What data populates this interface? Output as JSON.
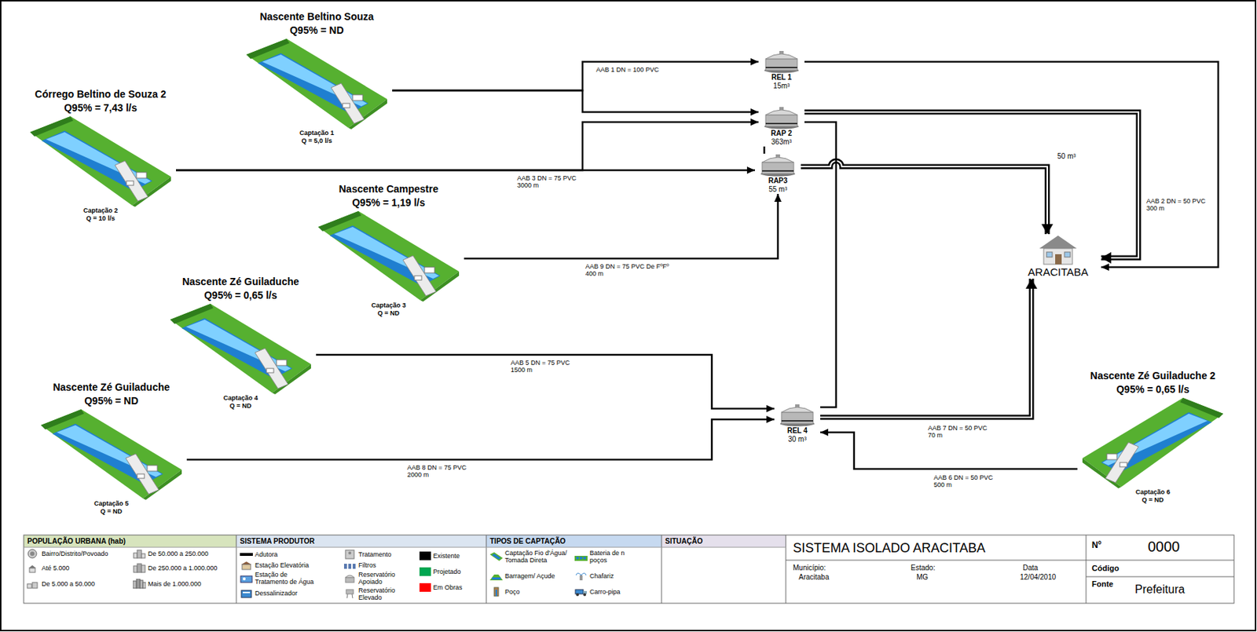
{
  "diagram": {
    "nodes": [
      {
        "text": [
          "Nascente Beltino Souza",
          "Q95% = ND",
          "Captação 1",
          "Q = 5,0 l/s"
        ]
      },
      {
        "text": [
          "Córrego Beltino de Souza 2",
          "Q95% = 7,43 l/s",
          "Captação 2",
          "Q = 10 l/s"
        ]
      },
      {
        "text": [
          "Nascente Campestre",
          "Q95% = 1,19 l/s",
          "Captação 3",
          "Q = ND"
        ]
      },
      {
        "text": [
          "Nascente Zé Guiladuche",
          "Q95% = 0,65 l/s",
          "Captação 4",
          "Q = ND"
        ]
      },
      {
        "text": [
          "Nascente Zé Guiladuche",
          "Q95% = ND",
          "Captação 5",
          "Q = ND"
        ]
      },
      {
        "text": [
          "Nascente Zé Guiladuche 2",
          "Q95% = 0,65 l/s",
          "Captação 6",
          "Q = ND"
        ]
      },
      {
        "text": [
          "REL 1",
          "15m³"
        ]
      },
      {
        "text": [
          "RAP 2",
          "363m³"
        ]
      },
      {
        "text": [
          "RAP3",
          "55 m³"
        ]
      },
      {
        "text": [
          "REL 4",
          "30 m³"
        ]
      },
      {
        "text": [
          "ARACITABA"
        ]
      }
    ],
    "edges": [
      {
        "from": 0,
        "to": 6,
        "arrow": "to",
        "label": "AAB 1 DN = 100 PVC"
      },
      {
        "from": 0,
        "to": 7,
        "arrow": "to"
      },
      {
        "from": 1,
        "to": 8,
        "arrow": "to",
        "label": "AAB 3 DN = 75 PVC 3000 m"
      },
      {
        "from": 1,
        "to": 7,
        "arrow": "to"
      },
      {
        "from": 2,
        "to": 8,
        "arrow": "to",
        "label": "AAB 9 DN = 75 PVC De FºFº 400 m"
      },
      {
        "from": 3,
        "to": 9,
        "arrow": "to",
        "label": "AAB 5 DN = 75 PVC 1500 m"
      },
      {
        "from": 4,
        "to": 9,
        "arrow": "to",
        "label": "AAB 8 DN = 75 PVC 2000 m"
      },
      {
        "from": 5,
        "to": 9,
        "arrow": "to",
        "label": "AAB 6 DN = 50 PVC 500 m"
      },
      {
        "from": 9,
        "to": 10,
        "arrow": "to",
        "label": "AAB 7 DN = 50 PVC 70 m"
      },
      {
        "from": 6,
        "to": 10,
        "arrow": "to"
      },
      {
        "from": 7,
        "to": 10,
        "arrow": "to",
        "label": "AAB 2 DN = 50 PVC 300 m"
      },
      {
        "from": 8,
        "to": 10,
        "arrow": "to"
      },
      {
        "from": 7,
        "to": 9,
        "arrow": "none"
      },
      {
        "from": 7,
        "to": 8,
        "arrow": "none"
      }
    ],
    "labels": [
      "50 m³",
      "POPULAÇÃO URBANA (hab)",
      "SISTEMA PRODUTOR",
      "TIPOS DE CAPTAÇÃO",
      "SITUAÇÃO",
      "SISTEMA ISOLADO ARACITABA",
      "Município:",
      "Aracitaba",
      "Estado:",
      "MG",
      "Data",
      "12/04/2010",
      "Nº",
      "0000",
      "Código",
      "Fonte",
      "Prefeitura"
    ],
    "legend": [
      {
        "text": "Bairro/Distrito/Povoado"
      },
      {
        "text": "Até 5.000"
      },
      {
        "text": "De 5.000 a 50.000"
      },
      {
        "text": "De 50.000 a 250.000"
      },
      {
        "text": "De 250.000 a 1.000.000"
      },
      {
        "text": "Mais de 1.000.000"
      },
      {
        "text": "Adutora"
      },
      {
        "text": "Estação Elevatória"
      },
      {
        "text": "Estação de Tratamento de Água"
      },
      {
        "text": "Dessalinizador"
      },
      {
        "text": "Tratamento"
      },
      {
        "text": "Filtros"
      },
      {
        "text": "Reservatório Apoiado"
      },
      {
        "text": "Reservatório Elevado"
      },
      {
        "text": "Existente",
        "color": "#000000"
      },
      {
        "text": "Projetado",
        "color": "#00a651"
      },
      {
        "text": "Em Obras",
        "color": "#ff0000"
      },
      {
        "text": "Captação Fio d'Água/ Tomada Direta"
      },
      {
        "text": "Barragem/ Açude"
      },
      {
        "text": "Poço"
      },
      {
        "text": "Bateria de n poços"
      },
      {
        "text": "Chafariz"
      },
      {
        "text": "Carro-pipa"
      }
    ]
  }
}
